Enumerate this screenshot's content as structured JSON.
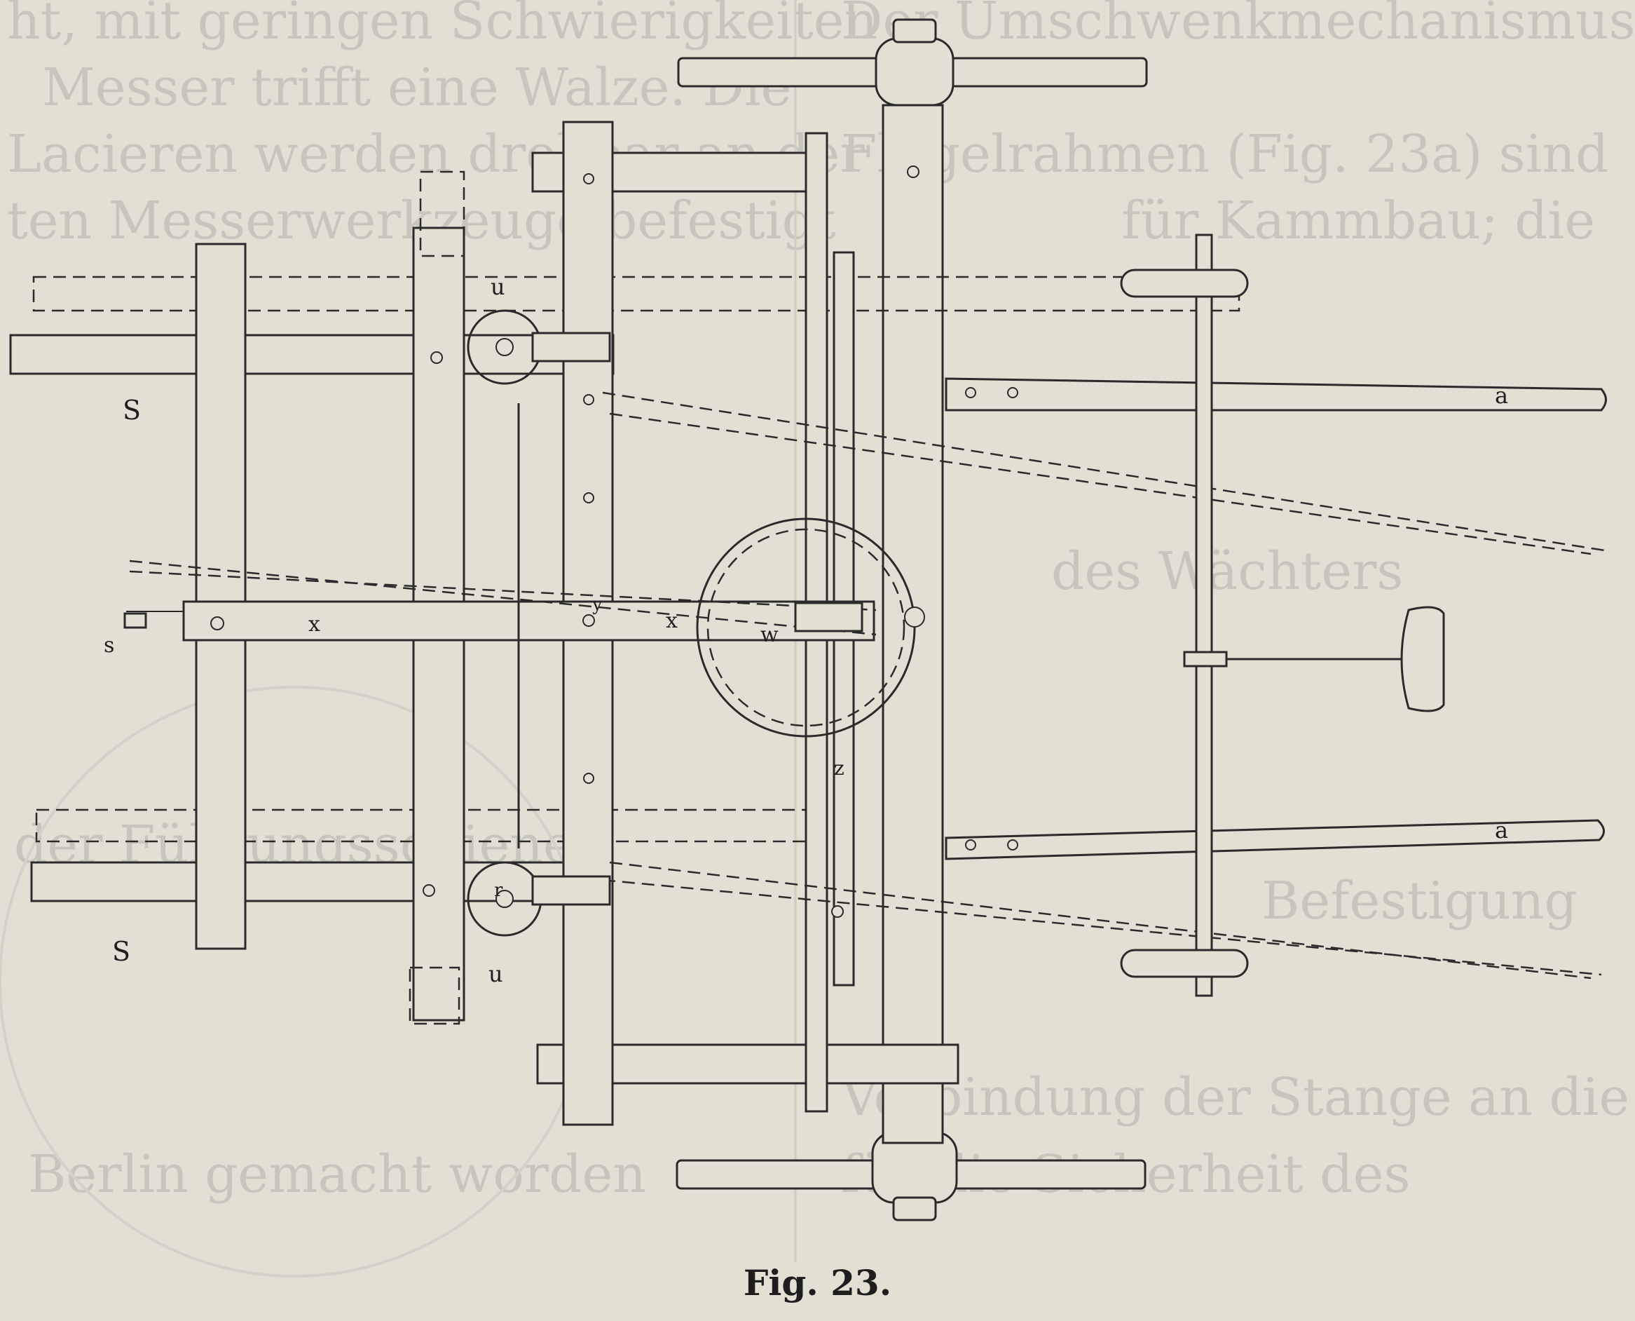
{
  "figure": {
    "caption": "Fig. 23.",
    "labels": {
      "S_top": "S",
      "S_bottom": "S",
      "u_top": "u",
      "u_bottom": "u",
      "a_top": "a",
      "a_bottom": "a",
      "s": "s",
      "x_left": "x",
      "x_right": "x",
      "y": "y",
      "w": "w",
      "z": "z",
      "r": "r"
    }
  },
  "background_text": {
    "lines": [
      "ht, mit geringen Schwierigkeiten",
      "Messer trifft eine Walze. Die",
      "Lacieren werden drehbar an der",
      "ten Messerwerkzeuge befestigt",
      "Der Umschwenkmechanismus",
      "Flügelrahmen (Fig. 23a) sind",
      "für Kammbau; die",
      "des Wächters",
      "der Führungsschiene",
      "Befestigung",
      "Verbindung der Stange an die Bügel",
      "Berlin gemacht worden",
      "für die Sicherheit des"
    ]
  },
  "colors": {
    "paper": "#e3dfd3",
    "ink": "#2b2b2b",
    "bleed": "#c7c6bd"
  }
}
